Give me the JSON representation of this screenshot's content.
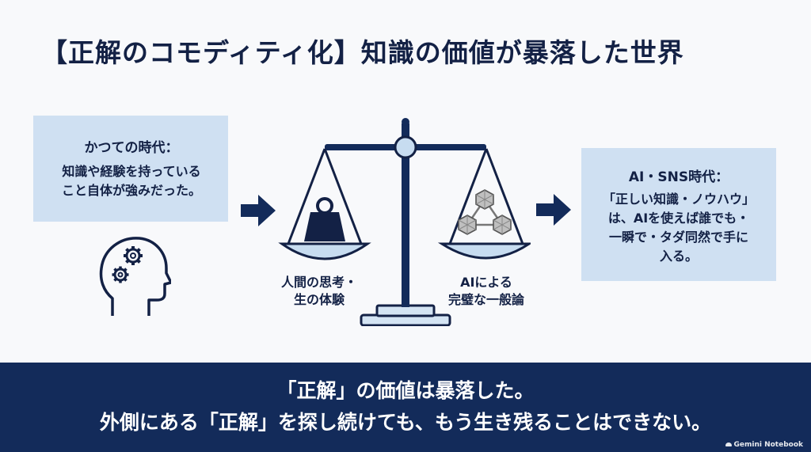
{
  "title": "【正解のコモディティ化】知識の価値が暴落した世界",
  "left_box": {
    "heading": "かつての時代：",
    "body_line1": "知識や経験を持っている",
    "body_line2": "こと自体が強みだった。"
  },
  "right_box": {
    "heading": "AI・SNS時代：",
    "body_line1": "「正しい知識・ノウハウ」",
    "body_line2": "は、AIを使えば誰でも・",
    "body_line3": "一瞬で・タダ同然で手に",
    "body_line4": "入る。"
  },
  "scale_labels": {
    "left_line1": "人間の思考・",
    "left_line2": "生の体験",
    "right_line1": "AIによる",
    "right_line2": "完璧な一般論"
  },
  "banner": {
    "line1": "「正解」の価値は暴落した。",
    "line2": "外側にある「正解」を探し続けても、もう生き残ることはできない。"
  },
  "watermark": "Gemini Notebook",
  "icons": [
    "head-with-gears-icon",
    "weight-icon",
    "network-nodes-icon",
    "balance-scale-icon",
    "right-arrow-icon"
  ],
  "colors": {
    "navy": "#132b5a",
    "title": "#132145",
    "box": "#cfe0f2",
    "light_blue": "#c7dcf0",
    "background": "#f8f9fb"
  }
}
